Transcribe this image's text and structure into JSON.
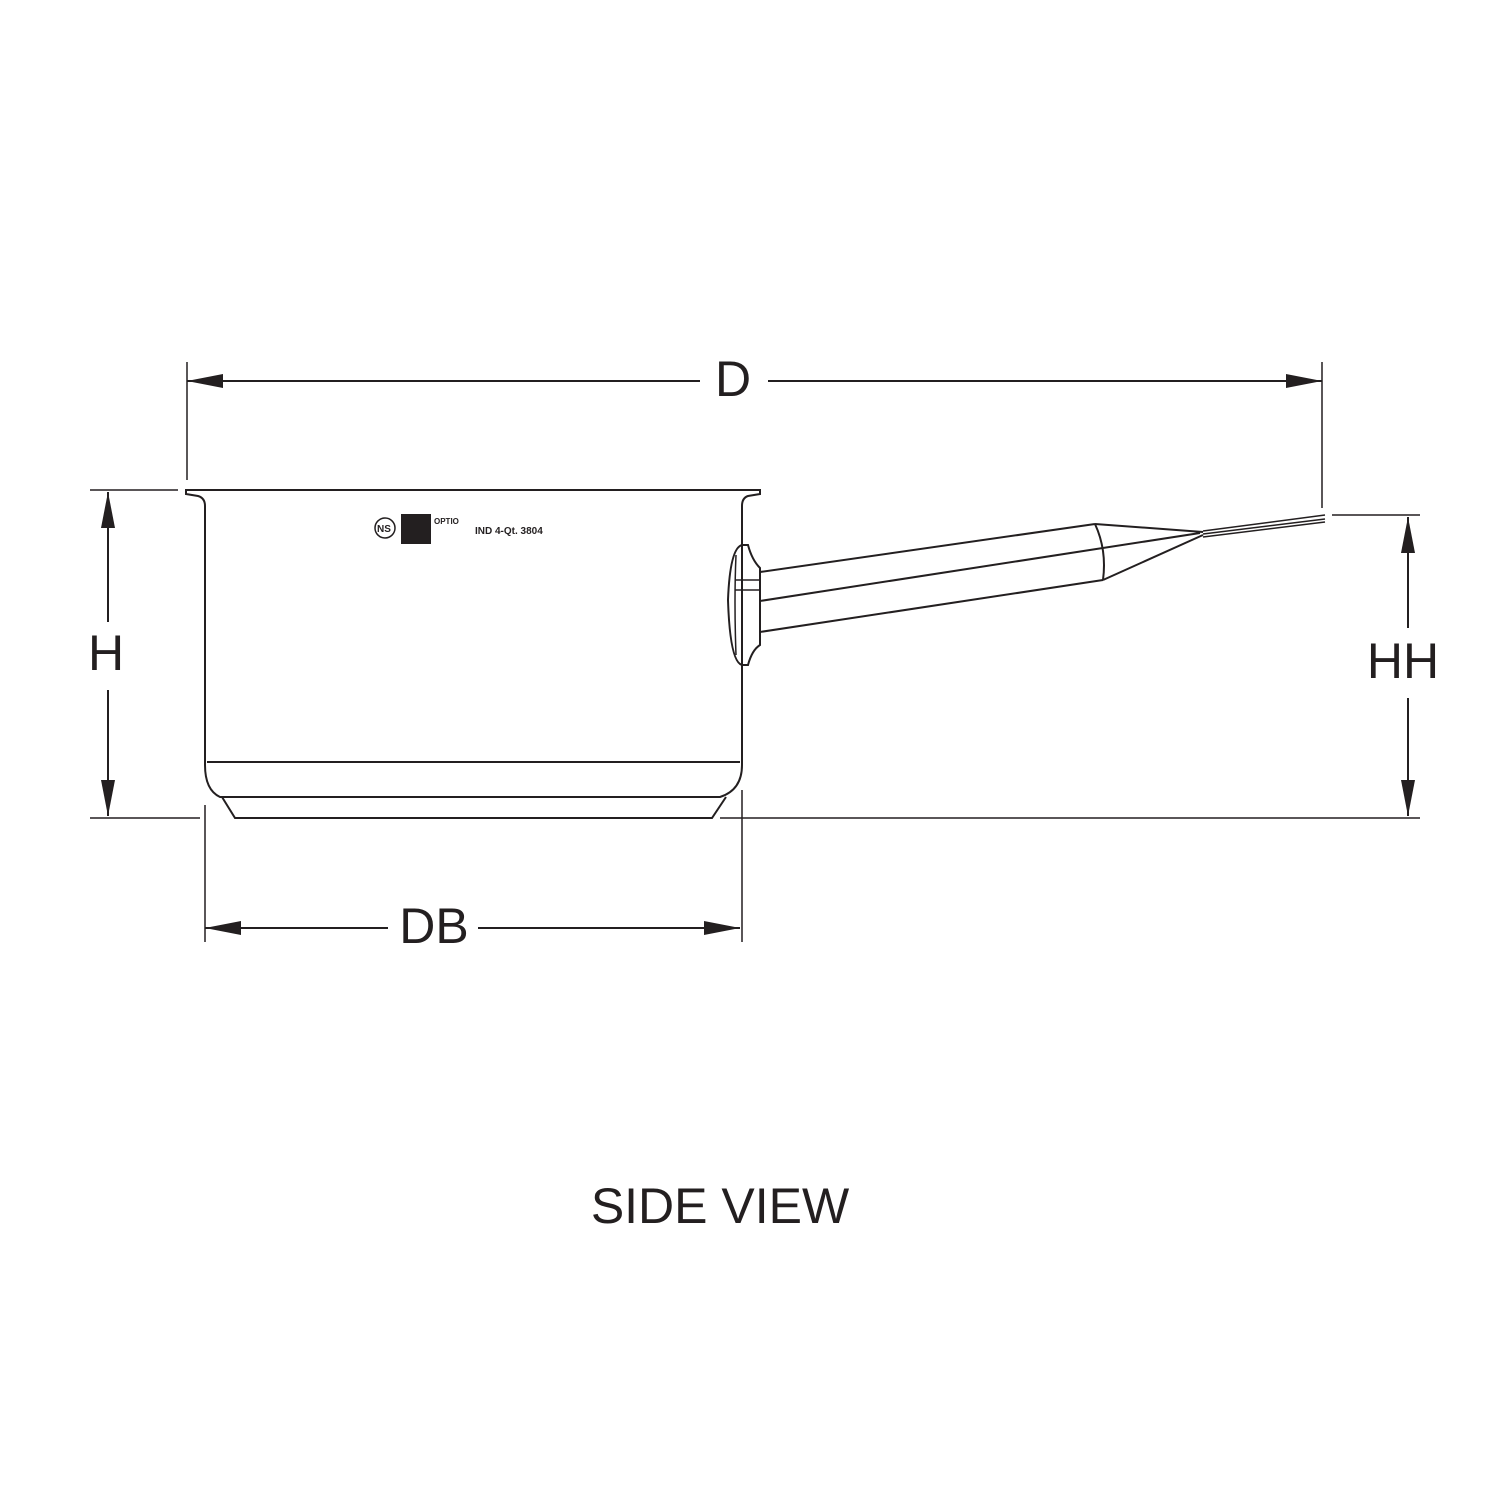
{
  "labels": {
    "overall_depth": "D",
    "height": "H",
    "handle_height": "HH",
    "base_diameter": "DB",
    "view_title": "SIDE VIEW"
  },
  "pot_marking": {
    "certification": "NS",
    "brand": "OPTIO",
    "model": "IND 4-Qt. 3804"
  }
}
